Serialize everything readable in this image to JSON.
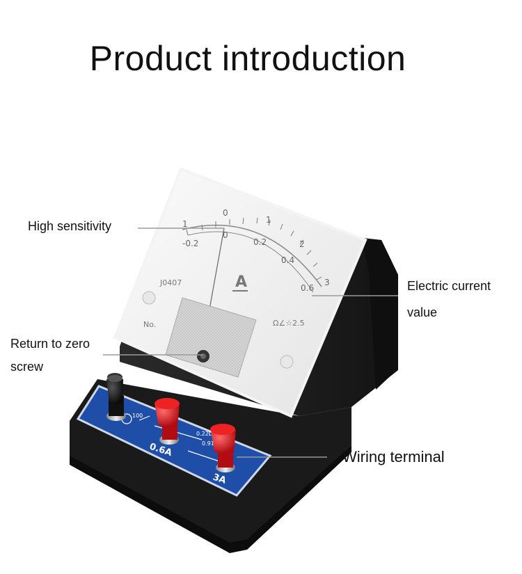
{
  "title": "Product introduction",
  "callouts": {
    "high_sensitivity": "High sensitivity",
    "electric_current_line1": "Electric current",
    "electric_current_line2": "value",
    "return_zero_line1": "Return to zero",
    "return_zero_line2": "screw",
    "wiring_terminal": "Wiring terminal"
  },
  "dial": {
    "upper_ticks": [
      "1",
      "0",
      "1",
      "2",
      "3"
    ],
    "lower_ticks": [
      "-0.2",
      "0",
      "0.2",
      "0.4",
      "0.6"
    ],
    "unit": "A",
    "model": "J0407",
    "no_label": "No.",
    "class_mark": "Ω∠☆2.5"
  },
  "panel": {
    "range_06": "0.6A",
    "range_3": "3A",
    "tiny_labels": [
      "100",
      "0.22Ω",
      "0.91"
    ]
  },
  "colors": {
    "case": "#1c1c1c",
    "panel_blue": "#1f4ea8",
    "terminal_red": "#d4141c",
    "terminal_black": "#111111"
  }
}
